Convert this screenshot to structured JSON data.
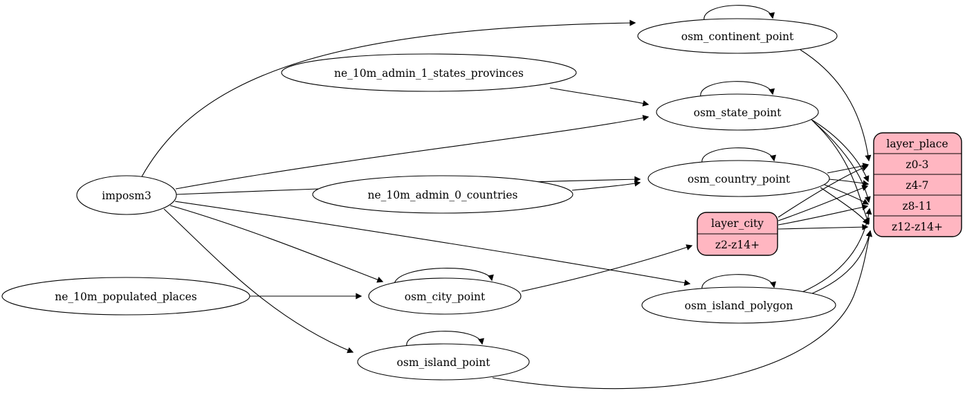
{
  "diagram": {
    "kind": "etl-dependency-graph",
    "colors": {
      "record_fill": "#ffb6c1",
      "node_fill": "#ffffff",
      "stroke": "#000000",
      "background": "#ffffff"
    },
    "nodes": {
      "imposm3": {
        "label": "imposm3"
      },
      "ne_10m_admin_1_states_provinces": {
        "label": "ne_10m_admin_1_states_provinces"
      },
      "ne_10m_admin_0_countries": {
        "label": "ne_10m_admin_0_countries"
      },
      "ne_10m_populated_places": {
        "label": "ne_10m_populated_places"
      },
      "osm_continent_point": {
        "label": "osm_continent_point"
      },
      "osm_state_point": {
        "label": "osm_state_point"
      },
      "osm_country_point": {
        "label": "osm_country_point"
      },
      "osm_city_point": {
        "label": "osm_city_point"
      },
      "osm_island_polygon": {
        "label": "osm_island_polygon"
      },
      "osm_island_point": {
        "label": "osm_island_point"
      }
    },
    "records": {
      "layer_city": {
        "title": "layer_city",
        "rows": [
          "z2-z14+"
        ]
      },
      "layer_place": {
        "title": "layer_place",
        "rows": [
          "z0-3",
          "z4-7",
          "z8-11",
          "z12-z14+"
        ]
      }
    },
    "edges": [
      {
        "from": "imposm3",
        "to": "osm_continent_point"
      },
      {
        "from": "imposm3",
        "to": "osm_state_point"
      },
      {
        "from": "imposm3",
        "to": "osm_country_point"
      },
      {
        "from": "imposm3",
        "to": "osm_city_point"
      },
      {
        "from": "imposm3",
        "to": "osm_island_polygon"
      },
      {
        "from": "imposm3",
        "to": "osm_island_point"
      },
      {
        "from": "ne_10m_admin_1_states_provinces",
        "to": "osm_state_point"
      },
      {
        "from": "ne_10m_admin_0_countries",
        "to": "osm_country_point"
      },
      {
        "from": "ne_10m_populated_places",
        "to": "osm_city_point"
      },
      {
        "from": "osm_continent_point",
        "to": "osm_continent_point"
      },
      {
        "from": "osm_state_point",
        "to": "osm_state_point"
      },
      {
        "from": "osm_country_point",
        "to": "osm_country_point"
      },
      {
        "from": "osm_city_point",
        "to": "osm_city_point"
      },
      {
        "from": "osm_island_polygon",
        "to": "osm_island_polygon"
      },
      {
        "from": "osm_island_point",
        "to": "osm_island_point"
      },
      {
        "from": "osm_city_point",
        "to": "layer_city",
        "to_port": "z2-z14+"
      },
      {
        "from": "layer_city",
        "to": "layer_place",
        "to_port": "z0-3"
      },
      {
        "from": "layer_city",
        "to": "layer_place",
        "to_port": "z4-7"
      },
      {
        "from": "layer_city",
        "to": "layer_place",
        "to_port": "z8-11"
      },
      {
        "from": "layer_city",
        "to": "layer_place",
        "to_port": "z12-z14+"
      },
      {
        "from": "osm_continent_point",
        "to": "layer_place",
        "to_port": "z0-3"
      },
      {
        "from": "osm_state_point",
        "to": "layer_place",
        "to_port": "z4-7"
      },
      {
        "from": "osm_state_point",
        "to": "layer_place",
        "to_port": "z8-11"
      },
      {
        "from": "osm_state_point",
        "to": "layer_place",
        "to_port": "z12-z14+"
      },
      {
        "from": "osm_country_point",
        "to": "layer_place",
        "to_port": "z0-3"
      },
      {
        "from": "osm_country_point",
        "to": "layer_place",
        "to_port": "z4-7"
      },
      {
        "from": "osm_country_point",
        "to": "layer_place",
        "to_port": "z8-11"
      },
      {
        "from": "osm_country_point",
        "to": "layer_place",
        "to_port": "z12-z14+"
      },
      {
        "from": "osm_island_polygon",
        "to": "layer_place",
        "to_port": "z8-11"
      },
      {
        "from": "osm_island_polygon",
        "to": "layer_place",
        "to_port": "z12-z14+"
      },
      {
        "from": "osm_island_point",
        "to": "layer_place",
        "to_port": "z12-z14+"
      }
    ]
  }
}
